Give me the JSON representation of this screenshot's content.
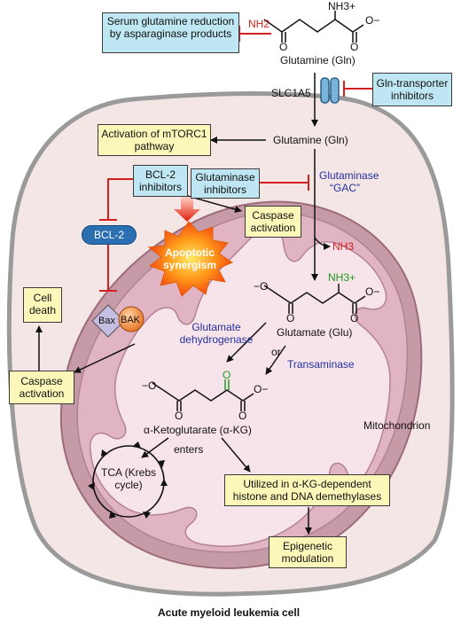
{
  "boxes": {
    "serum": "Serum glutamine reduction by asparaginase products",
    "gln_inhib": "Gln-transporter inhibitors",
    "mtorc1": "Activation of mTORC1 pathway",
    "bcl2_inhib": "BCL-2 inhibitors",
    "glut_inhib": "Glutaminase inhibitors",
    "caspase_top": "Caspase activation",
    "cell_death": "Cell death",
    "caspase_left": "Caspase activation",
    "utilized": "Utilized in α-KG-dependent histone and DNA demethylases",
    "epigenetic": "Epigenetic modulation"
  },
  "labels": {
    "nh3_plus_top": "NH3+",
    "nh2": "NH2",
    "o_minus_top": "O−",
    "o_top": "O",
    "o_top2": "O",
    "glutamine_top": "Glutamine (Gln)",
    "slc1a5": "SLC1A5",
    "glutamine_mid": "Glutamine (Gln)",
    "glutaminase": "Glutaminase",
    "gac": "“GAC”",
    "nh3": "NH3",
    "nh3_plus_glu": "NH3+",
    "o_minus_glu1": "−O",
    "o_minus_glu2": "O−",
    "o_glu1": "O",
    "o_glu2": "O",
    "glutamate": "Glutamate (Glu)",
    "glutamate_dh": "Glutamate dehydrogenase",
    "or": "or",
    "transaminase": "Transaminase",
    "o_green": "O",
    "o_minus_akg1": "−O",
    "o_minus_akg2": "O−",
    "o_akg1": "O",
    "o_akg2": "O",
    "akg": "α-Ketoglutarate (α-KG)",
    "enters": "enters",
    "tca": "TCA (Krebs cycle)",
    "mitochondrion": "Mitochondrion",
    "bcl2": "BCL-2",
    "bax": "Bax",
    "bak": "BAK",
    "apoptotic": "Apoptotic synergism",
    "caption": "Acute myeloid leukemia cell"
  },
  "colors": {
    "cell_fill": "#f3e6e4",
    "cell_stroke": "#9a9a9a",
    "mito_outer": "#c79aa8",
    "mito_inner": "#f7e4ea",
    "inhibit": "#d42020",
    "blue_box": "#bfe6f3",
    "yellow_box": "#fbf7b8",
    "enzyme_text": "#2230a0"
  }
}
